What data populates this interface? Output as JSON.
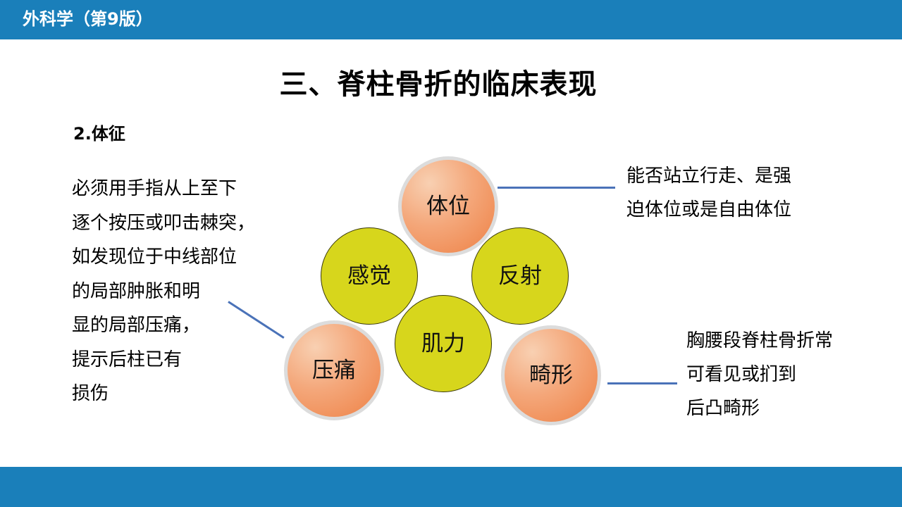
{
  "header": {
    "book_title": "外科学（第9版）"
  },
  "slide": {
    "title": "三、脊柱骨折的临床表现",
    "subtitle": "2.体征",
    "left_note": [
      "必须用手指从上至下",
      "逐个按压或叩击棘突，",
      "如发现位于中线部位",
      "的局部肿胀和明",
      "显的局部压痛，",
      "提示后柱已有",
      "损伤"
    ],
    "top_right_note": [
      "能否站立行走、是强",
      "迫体位或是自由体位"
    ],
    "bottom_right_note": [
      "胸腰段脊柱骨折常",
      "可看见或扪到",
      "后凸畸形"
    ]
  },
  "circles": {
    "posture": "体位",
    "sensation": "感觉",
    "reflex": "反射",
    "muscle": "肌力",
    "tenderness": "压痛",
    "deformity": "畸形"
  },
  "colors": {
    "header_bar": "#1a7fba",
    "orange_circle": "#ee8145",
    "yellow_circle": "#d7d61c",
    "connector_line": "#4a72b8"
  }
}
